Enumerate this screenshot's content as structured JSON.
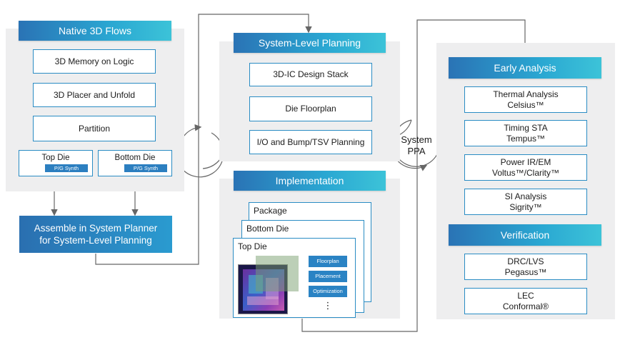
{
  "native_flows": {
    "title": "Native 3D Flows",
    "items": [
      "3D Memory on Logic",
      "3D Placer and Unfold",
      "Partition"
    ],
    "dies": [
      {
        "label": "Top Die",
        "tag": "P/G Synth"
      },
      {
        "label": "Bottom Die",
        "tag": "P/G Synth"
      }
    ]
  },
  "assemble": {
    "label": "Assemble in System Planner\nfor System-Level Planning"
  },
  "system_planning": {
    "title": "System-Level Planning",
    "items": [
      "3D-IC Design Stack",
      "Die Floorplan",
      "I/O and Bump/TSV Planning"
    ]
  },
  "implementation": {
    "title": "Implementation",
    "layers": [
      "Package",
      "Bottom Die",
      "Top Die"
    ],
    "steps": [
      "Floorplan",
      "Placement",
      "Optimization"
    ],
    "more": "⋮"
  },
  "system_ppa": {
    "label": "System\nPPA"
  },
  "early_analysis": {
    "title": "Early Analysis",
    "items": [
      "Thermal Analysis\nCelsius™",
      "Timing STA\nTempus™",
      "Power IR/EM\nVoltus™/Clarity™",
      "SI Analysis\nSigrity™"
    ]
  },
  "verification": {
    "title": "Verification",
    "items": [
      "DRC/LVS\nPegasus™",
      "LEC\nConformal®"
    ]
  }
}
